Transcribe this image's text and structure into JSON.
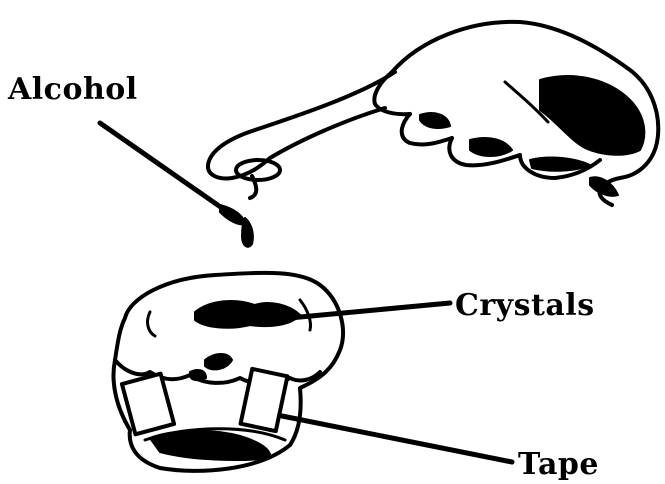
{
  "labels": {
    "alcohol": "Alcohol",
    "crystals": "Crystals",
    "tape": "Tape"
  },
  "colors": {
    "ink": "#000000",
    "background": "#ffffff"
  }
}
